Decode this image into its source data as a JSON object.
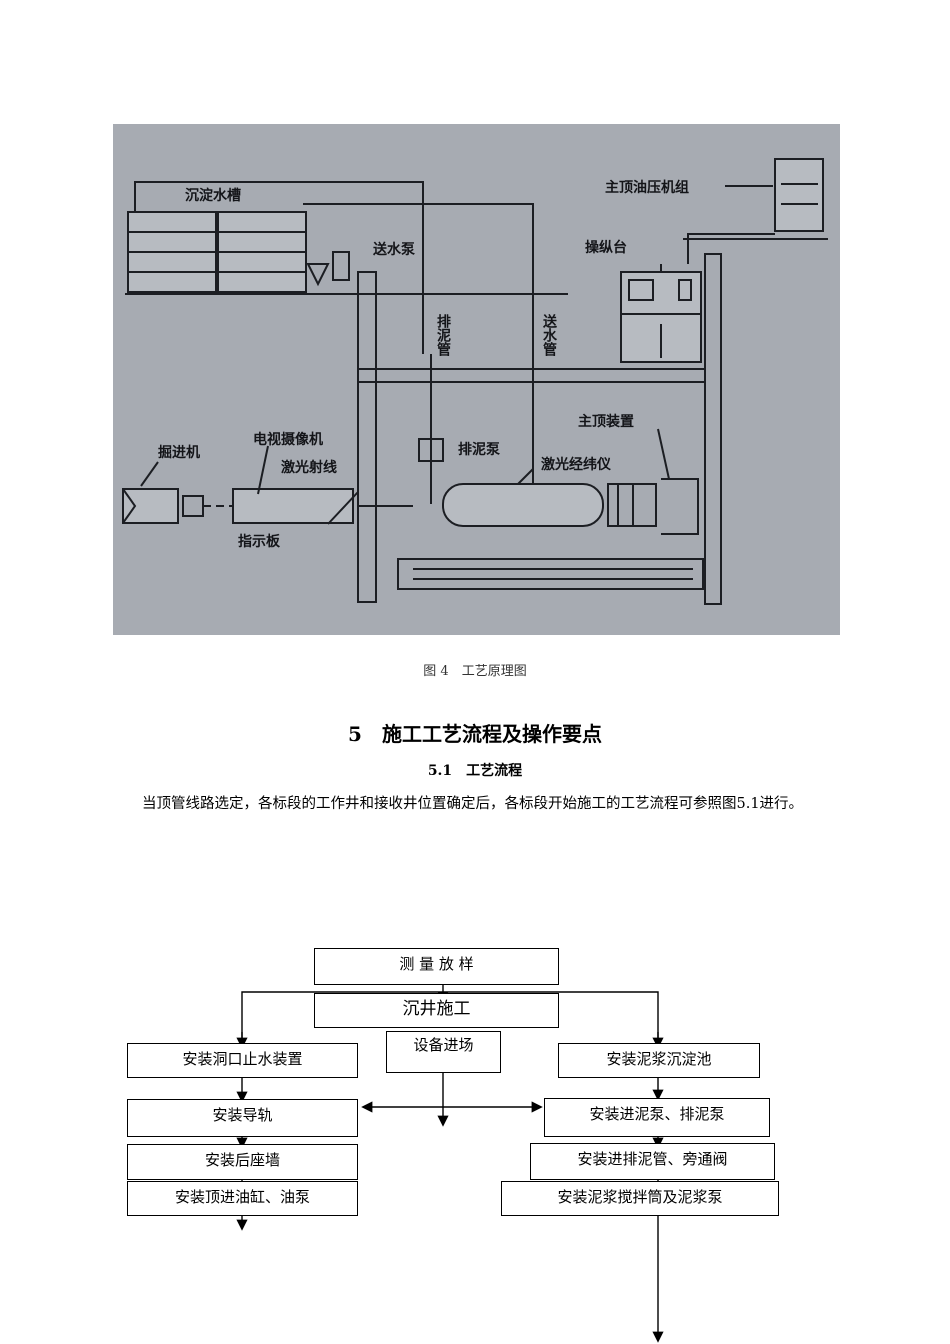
{
  "diagram": {
    "labels": {
      "settling_tank": "沉淀水槽",
      "main_pump_unit": "主顶油压机组",
      "feed_pump": "送水泵",
      "console": "操纵台",
      "discharge_pipe": "排泥管",
      "feed_pipe": "送水管",
      "main_jack": "主顶装置",
      "tbm": "掘进机",
      "tv_camera": "电视摄像机",
      "laser_beam": "激光射线",
      "mud_pump": "排泥泵",
      "laser_theodolite": "激光经纬仪",
      "indicator_board": "指示板"
    },
    "colors": {
      "background": "#a7abb2",
      "ink": "#1c1e23",
      "fill": "#b7bbc1"
    }
  },
  "caption": "图 4　工艺原理图",
  "section_title": "5　施工工艺流程及操作要点",
  "subsection_title": "5.1　工艺流程",
  "paragraph": "当顶管线路选定，各标段的工作井和接收井位置确定后，各标段开始施工的工艺流程可参照图5.1进行。",
  "flowchart": {
    "survey": "测 量 放 样",
    "sinking_well": "沉井施工",
    "equipment": "设备进场",
    "left": [
      "安装洞口止水装置",
      "安装导轨",
      "安装后座墙",
      "安装顶进油缸、油泵"
    ],
    "right": [
      "安装泥浆沉淀池",
      "安装进泥泵、排泥泵",
      "安装进排泥管、旁通阀",
      "安装泥浆搅拌筒及泥浆泵"
    ]
  }
}
